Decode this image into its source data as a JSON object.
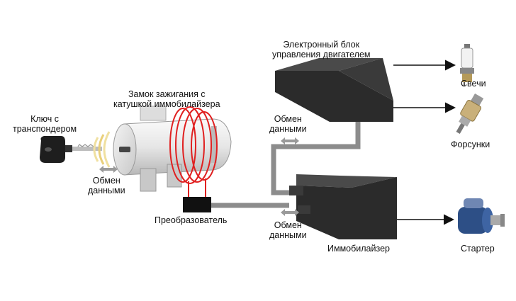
{
  "labels": {
    "ecu_title_line1": "Электронный блок",
    "ecu_title_line2": "управления двигателем",
    "lock_title_line1": "Замок зажигания с",
    "lock_title_line2": "катушкой иммобилайзера",
    "key_line1": "Ключ с",
    "key_line2": "транспондером",
    "exchange_line1": "Обмен",
    "exchange_line2": "данными",
    "converter": "Преобразователь",
    "immobilizer": "Иммобилайзер",
    "spark_plugs": "Свечи",
    "injectors": "Форсунки",
    "starter": "Стартер"
  },
  "icons": {
    "spark_plug": "spark-plug-icon",
    "injector": "injector-icon",
    "starter": "starter-motor-icon",
    "key": "transponder-key-icon",
    "exchange": "double-arrow-icon"
  },
  "colors": {
    "block_dark": "#2b2b2b",
    "block_top": "#4a4a4a",
    "wire_gray": "#8c8c8c",
    "coil_red": "#e02020",
    "arrow_black": "#111111"
  }
}
